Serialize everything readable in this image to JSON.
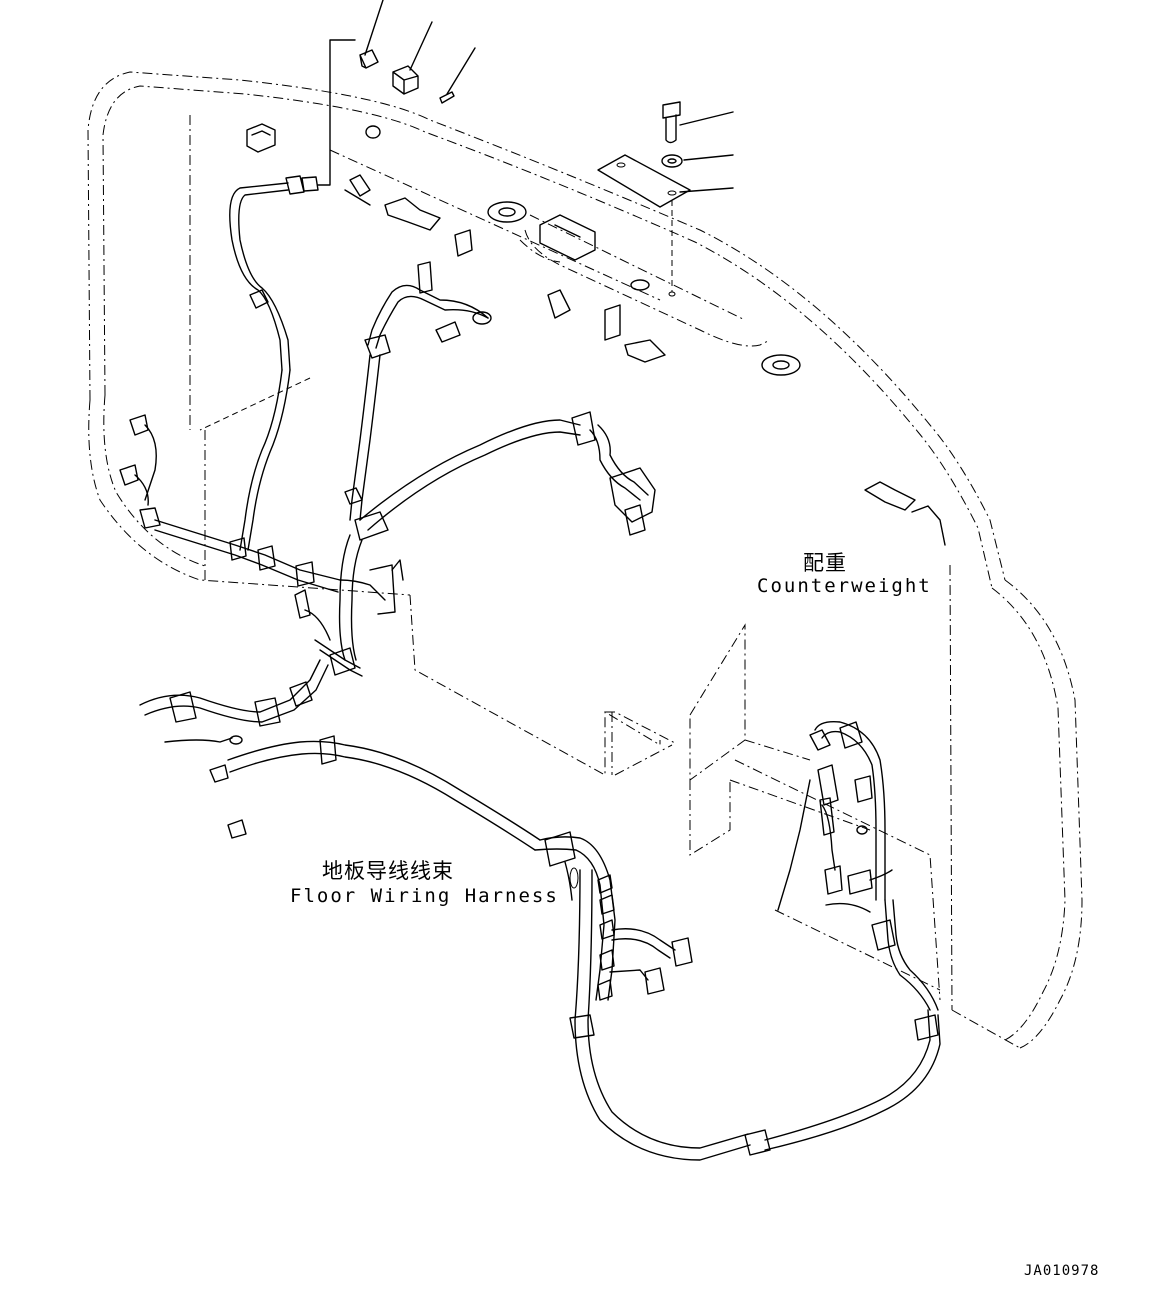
{
  "labels": {
    "counterweight_cn": "配重",
    "counterweight_en": "Counterweight",
    "floor_harness_cn": "地板导线线束",
    "floor_harness_en": "Floor Wiring Harness",
    "drawing_id": "JA010978"
  }
}
